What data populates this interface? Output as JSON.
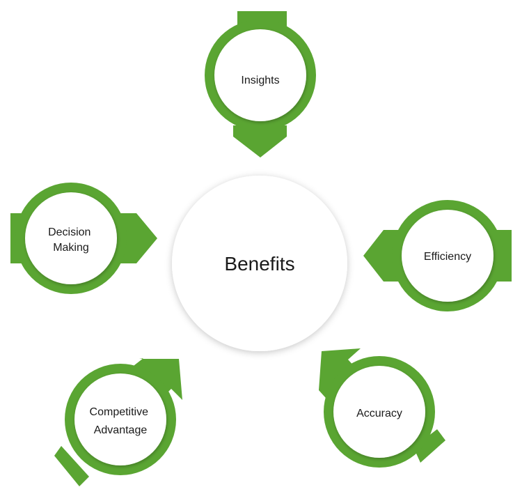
{
  "center": {
    "label": "Benefits"
  },
  "nodes": [
    {
      "id": "insights",
      "label_lines": [
        "Insights"
      ]
    },
    {
      "id": "efficiency",
      "label_lines": [
        "Efficiency"
      ]
    },
    {
      "id": "accuracy",
      "label_lines": [
        "Accuracy"
      ]
    },
    {
      "id": "competitive-advantage",
      "label_lines": [
        "Competitive",
        "Advantage"
      ]
    },
    {
      "id": "decision-making",
      "label_lines": [
        "Decision",
        "Making"
      ]
    }
  ],
  "colors": {
    "ring": "#5aa532",
    "arrow": "#5aa532",
    "node_fill": "#ffffff",
    "center_fill": "#ffffff",
    "text": "#1a1a1a"
  }
}
